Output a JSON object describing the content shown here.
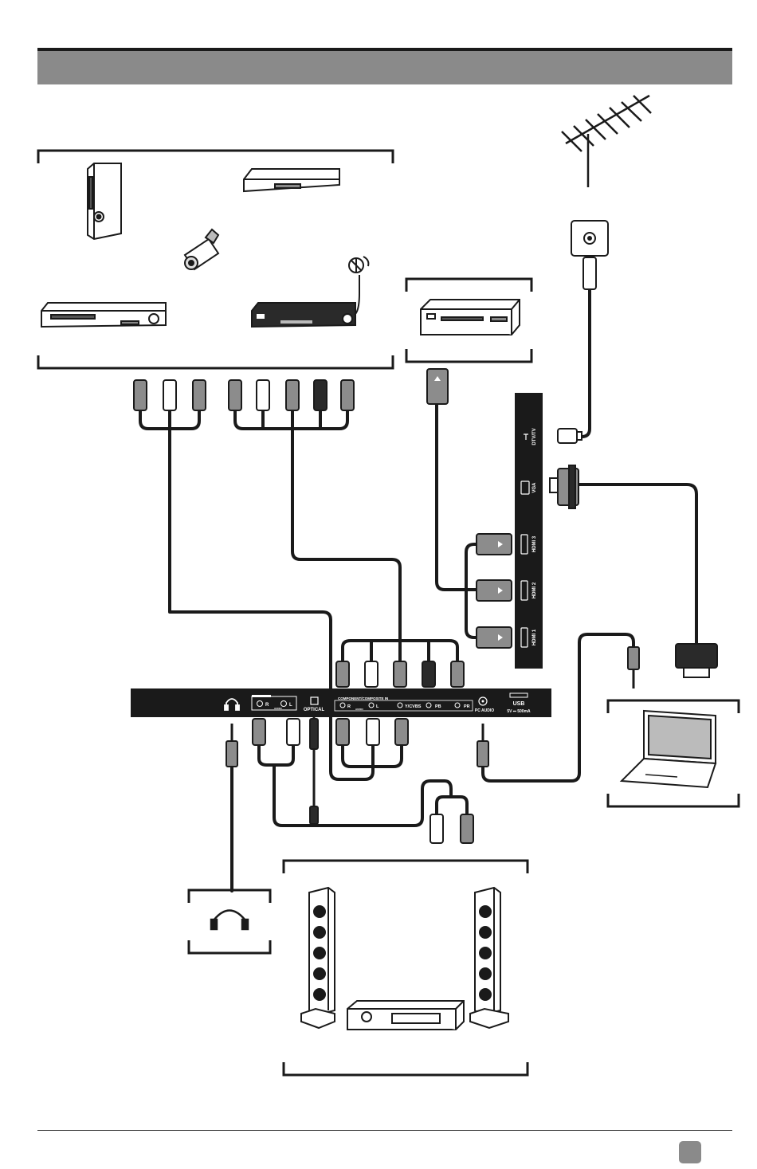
{
  "colors": {
    "panel": "#1a1a1a",
    "header_bar": "#8a8a8a",
    "plug_grey": "#8c8c8c",
    "plug_black": "#2a2a2a",
    "panel_text": "#ffffff"
  },
  "icons": [
    "antenna-icon",
    "game-console-icon",
    "set-top-box-icon",
    "camcorder-icon",
    "dvd-player-icon",
    "satellite-receiver-icon",
    "satellite-dish-icon",
    "vcr-icon",
    "wall-socket-icon",
    "laptop-icon",
    "headphones-icon",
    "tower-speaker-icon",
    "av-receiver-icon"
  ],
  "side_panel": {
    "ports": [
      {
        "label": "DTV/TV"
      },
      {
        "label": "VGA"
      },
      {
        "label": "HDMI 3"
      },
      {
        "label": "HDMI 2"
      },
      {
        "label": "HDMI 1"
      }
    ]
  },
  "bottom_panel": {
    "audio_out_r": "R",
    "audio_out_l": "L",
    "audio_out_sub": "AUDIO",
    "optical": "OPTICAL",
    "component_header": "COMPONENT/COMPOSITE IN",
    "comp_r": "R",
    "comp_l": "L",
    "comp_audio_sub": "AUDIO",
    "comp_y": "Y/CVBS",
    "comp_pb": "PB",
    "comp_pr": "PR",
    "pc_audio": "PC AUDIO",
    "usb": "USB",
    "usb_rating": "5V ⎓ 500mA"
  }
}
